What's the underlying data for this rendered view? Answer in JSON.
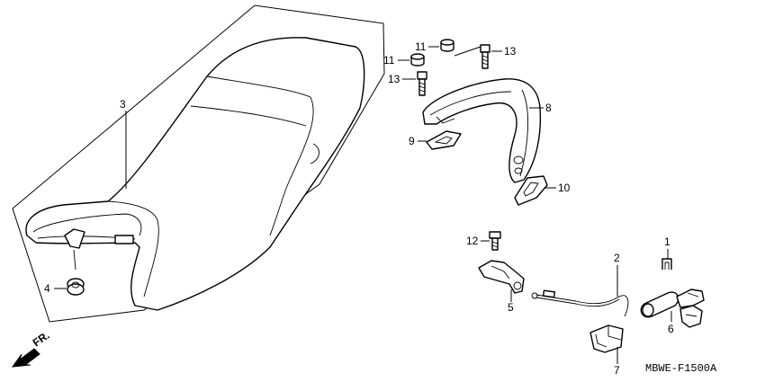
{
  "direction_label": "FR.",
  "diagram_code": "MBWE-F1500A",
  "callouts": {
    "seat": "3",
    "nut": "4",
    "grab_rail": "8",
    "rubber_9": "9",
    "rubber_10": "10",
    "cap_top": "11",
    "cap_left": "11",
    "bolt_13_right": "13",
    "bolt_13_left": "13",
    "bolt_12": "12",
    "key_set": "1",
    "cable": "2",
    "latch": "5",
    "lock_cylinder": "6",
    "hook": "7"
  }
}
